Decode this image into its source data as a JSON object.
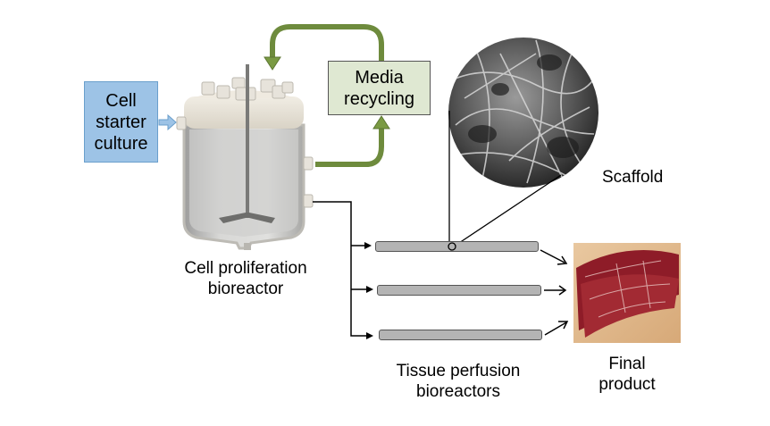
{
  "diagram": {
    "title": "Cultured meat production process",
    "nodes": {
      "starter": {
        "label_lines": [
          "Cell",
          "starter",
          "culture"
        ],
        "color": "#9dc3e6"
      },
      "media": {
        "label_lines": [
          "Media",
          "recycling"
        ],
        "color": "#dfe8d2"
      },
      "proliferation": {
        "label_lines": [
          "Cell proliferation",
          "bioreactor"
        ]
      },
      "scaffold": {
        "label": "Scaffold"
      },
      "perfusion": {
        "label_lines": [
          "Tissue perfusion",
          "bioreactors"
        ],
        "count": 3
      },
      "product": {
        "label_lines": [
          "Final",
          "product"
        ]
      }
    },
    "colors": {
      "recycle_arrow": "#6e8b3d",
      "recycle_arrow_fill": "#7a9a43",
      "starter_arrow": "#9dc3e6",
      "tube_fill": "#b4b4b4",
      "connector": "#000000"
    }
  }
}
